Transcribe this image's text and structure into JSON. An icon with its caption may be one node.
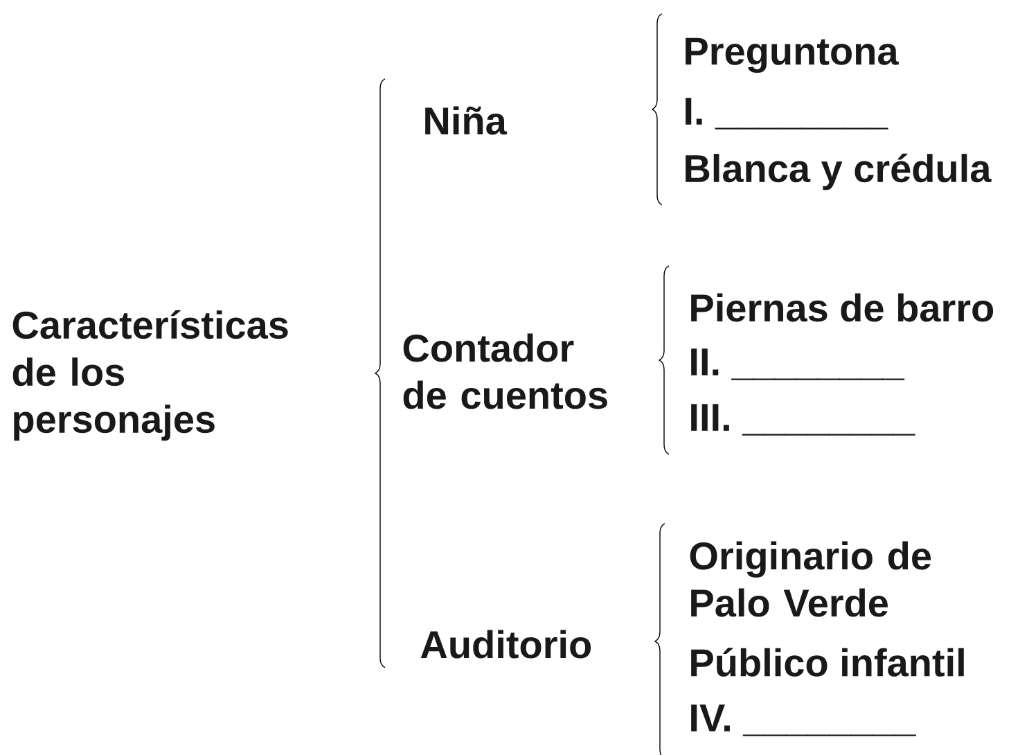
{
  "diagram": {
    "nodes": [
      {
        "text": [
          "Características de los personajes"
        ]
      },
      {
        "text": [
          "Niña"
        ]
      },
      {
        "text": [
          "Preguntona"
        ]
      },
      {
        "text": [
          "I. ________"
        ]
      },
      {
        "text": [
          "Blanca y crédula"
        ]
      },
      {
        "text": [
          "Contador de cuentos"
        ]
      },
      {
        "text": [
          "Piernas de barro"
        ]
      },
      {
        "text": [
          "II. ________"
        ]
      },
      {
        "text": [
          "III. ________"
        ]
      },
      {
        "text": [
          "Auditorio"
        ]
      },
      {
        "text": [
          "Originario de Palo Verde"
        ]
      },
      {
        "text": [
          "Público infantil"
        ]
      },
      {
        "text": [
          "IV. ________"
        ]
      }
    ]
  }
}
